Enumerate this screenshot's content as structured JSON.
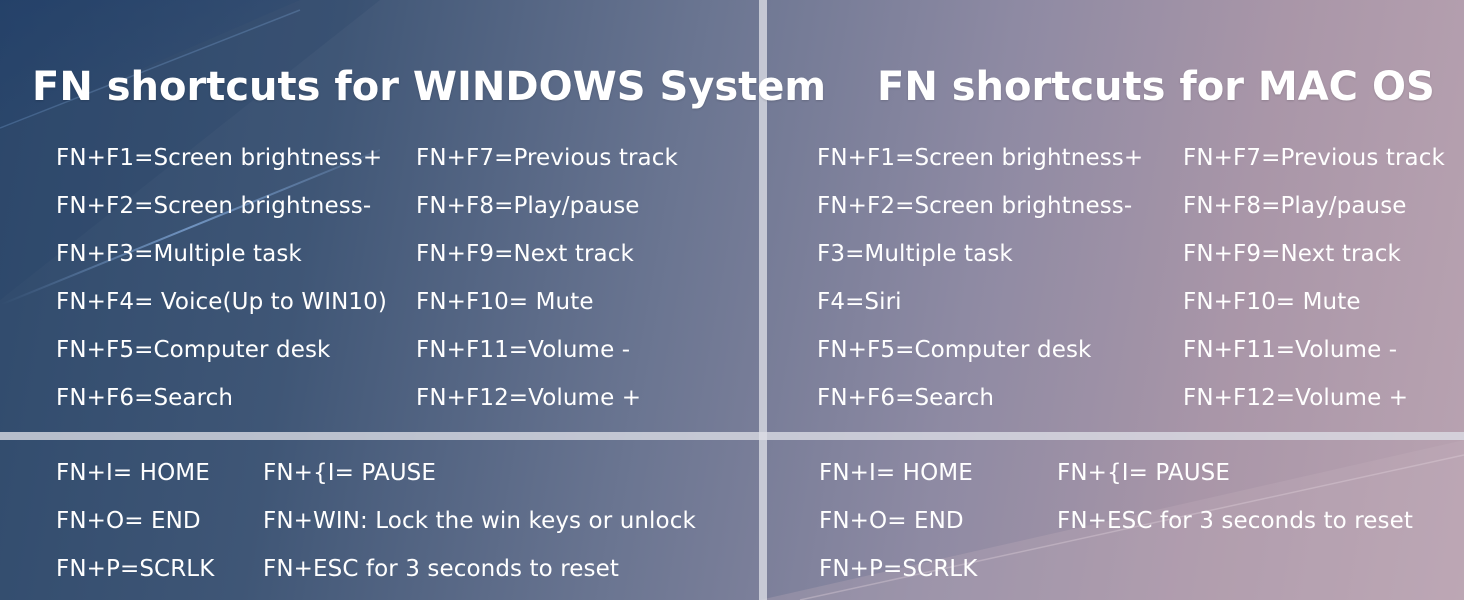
{
  "windows": {
    "title": "FN shortcuts for WINDOWS System",
    "left": [
      "FN+F1=Screen brightness+",
      "FN+F2=Screen brightness-",
      "FN+F3=Multiple task",
      "FN+F4= Voice(Up to WIN10)",
      "FN+F5=Computer desk",
      "FN+F6=Search"
    ],
    "right": [
      "FN+F7=Previous track",
      "FN+F8=Play/pause",
      "FN+F9=Next track",
      "FN+F10= Mute",
      "FN+F11=Volume -",
      "FN+F12=Volume +"
    ],
    "bottom_left": [
      "FN+I= HOME",
      "FN+O= END",
      "FN+P=SCRLK"
    ],
    "bottom_right": [
      "FN+{I= PAUSE",
      "FN+WIN: Lock the win keys or unlock",
      "FN+ESC for 3 seconds to reset"
    ]
  },
  "mac": {
    "title": "FN shortcuts for MAC OS",
    "left": [
      "FN+F1=Screen brightness+",
      "FN+F2=Screen brightness-",
      "F3=Multiple task",
      "F4=Siri",
      "FN+F5=Computer desk",
      "FN+F6=Search"
    ],
    "right": [
      "FN+F7=Previous track",
      "FN+F8=Play/pause",
      "FN+F9=Next track",
      "FN+F10= Mute",
      "FN+F11=Volume -",
      "FN+F12=Volume +"
    ],
    "bottom_left": [
      "FN+I= HOME",
      "FN+O= END",
      "FN+P=SCRLK"
    ],
    "bottom_right": [
      "FN+{I= PAUSE",
      "FN+ESC for 3 seconds to reset"
    ]
  },
  "colors": {
    "background_left": "#2f4a6c",
    "background_right": "#b9a3b1",
    "divider": "#dcdee6",
    "text": "#ffffff"
  }
}
